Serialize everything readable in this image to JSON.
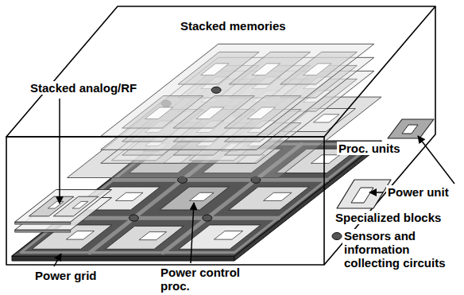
{
  "diagram": {
    "labels": [
      "Stacked memories",
      "Stacked analog/RF",
      "Power grid",
      "Power control proc."
    ],
    "legend": [
      {
        "text": "Proc. units"
      },
      {
        "text": "Power unit"
      },
      {
        "text": "Specialized blocks"
      },
      {
        "text": "Sensors and information collecting circuits"
      }
    ]
  }
}
